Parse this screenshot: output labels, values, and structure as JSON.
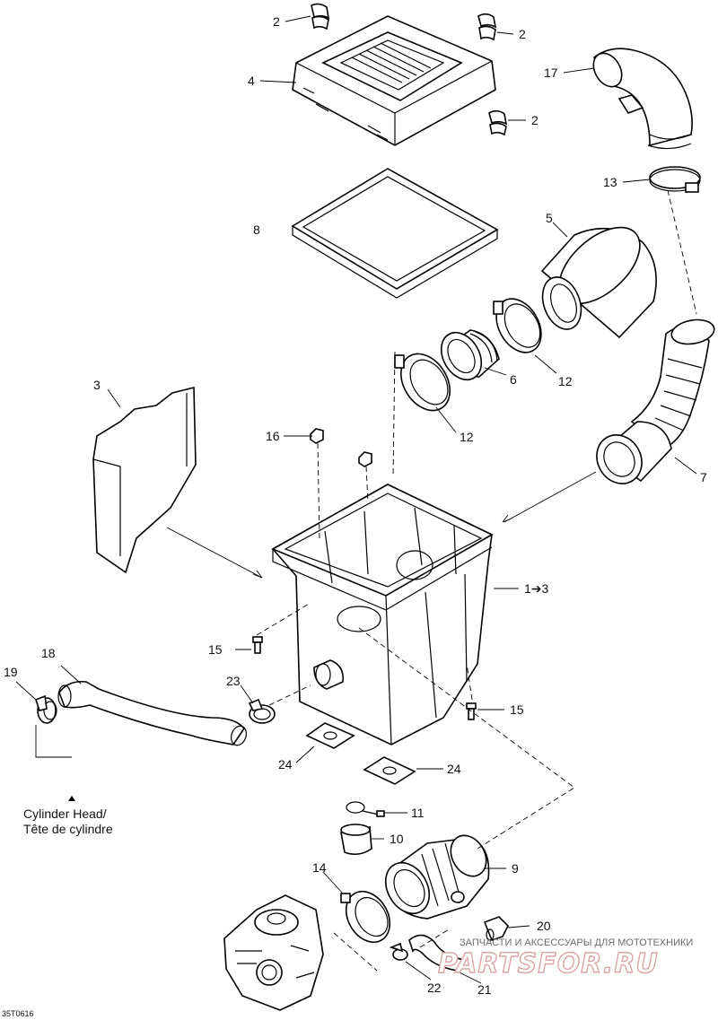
{
  "callouts": {
    "c2a": "2",
    "c2b": "2",
    "c2c": "2",
    "c4": "4",
    "c17": "17",
    "c13": "13",
    "c8": "8",
    "c5": "5",
    "c12a": "12",
    "c12b": "12",
    "c6": "6",
    "c3": "3",
    "c16": "16",
    "c7": "7",
    "c1to3": "1➔3",
    "c15a": "15",
    "c15b": "15",
    "c18": "18",
    "c19": "19",
    "c23": "23",
    "c24a": "24",
    "c24b": "24",
    "c11": "11",
    "c10": "10",
    "c14": "14",
    "c9": "9",
    "c20": "20",
    "c22": "22",
    "c21": "21"
  },
  "note": {
    "line1": "Cylinder Head/",
    "line2": "Tête de cylindre"
  },
  "drawing_code": "35T0616",
  "watermark": {
    "tagline": "ЗАПЧАСТИ И АКСЕССУАРЫ ДЛЯ МОТОТЕХНИКИ",
    "brand": "PARTSFOR.RU"
  }
}
